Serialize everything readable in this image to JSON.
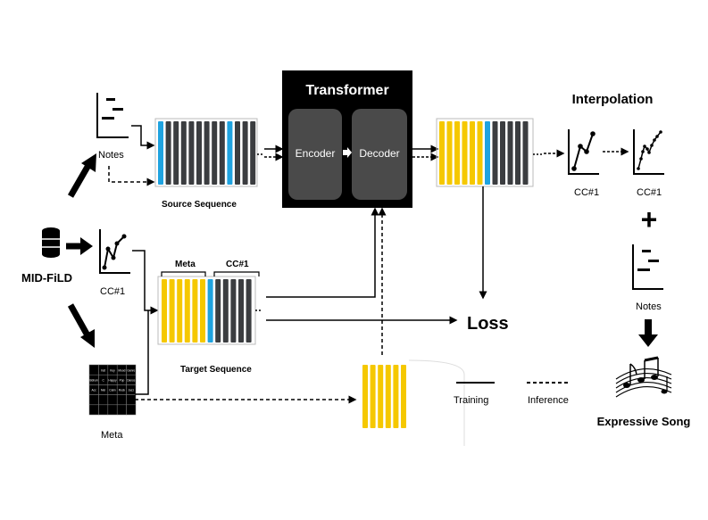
{
  "transformer": {
    "title": "Transformer",
    "encoder": "Encoder",
    "decoder": "Decoder"
  },
  "inputs": {
    "dataset": "MID-FiLD",
    "notes": "Notes",
    "cc": "CC#1",
    "meta": "Meta"
  },
  "source_sequence_label": "Source Sequence",
  "target_sequence": {
    "label": "Target Sequence",
    "meta_bracket": "Meta",
    "cc_bracket": "CC#1"
  },
  "loss_label": "Loss",
  "interpolation": {
    "title": "Interpolation",
    "cc_before": "CC#1",
    "cc_after": "CC#1",
    "plus": "+",
    "notes": "Notes"
  },
  "output_label": "Expressive Song",
  "legend": {
    "training": "Training",
    "inference": "Inference"
  },
  "meta_table": [
    [
      "",
      "Inst",
      "Key",
      "Mood",
      "Genre"
    ],
    [
      "Bdrum",
      "C",
      "Happy",
      "Pop",
      "Dance"
    ],
    [
      "Acc",
      "Mel",
      "Calm",
      "Rock",
      "Jazz"
    ],
    [
      "",
      "",
      "",
      "",
      ""
    ],
    [
      "",
      "",
      "",
      "",
      ""
    ]
  ],
  "colors": {
    "yellow": "#f5c800",
    "blue": "#1fa3e0",
    "dark": "#3b3d40",
    "black": "#000000",
    "block": "#4a4a4a"
  }
}
